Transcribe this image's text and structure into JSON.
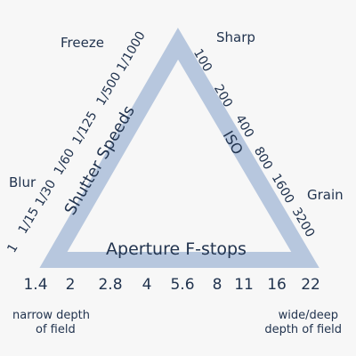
{
  "colors": {
    "background": "#f7f7f7",
    "triangle_stroke": "#b7c7de",
    "text": "#22344f"
  },
  "corner_labels": {
    "freeze": "Freeze",
    "sharp": "Sharp",
    "blur": "Blur",
    "grain": "Grain"
  },
  "side_titles": {
    "shutter": "Shutter Speeds",
    "iso": "ISO",
    "aperture": "Aperture F-stops"
  },
  "shutter_speeds": [
    "1",
    "1/15",
    "1/30",
    "1/60",
    "1/125",
    "1/500",
    "1/1000"
  ],
  "iso_values": [
    "100",
    "200",
    "400",
    "800",
    "1600",
    "3200"
  ],
  "f_stops": [
    "1.4",
    "2",
    "2.8",
    "4",
    "5.6",
    "8",
    "11",
    "16",
    "22"
  ],
  "bottom_notes": {
    "left_line1": "narrow depth",
    "left_line2": "of field",
    "right_line1": "wide/deep",
    "right_line2": "depth of field"
  }
}
